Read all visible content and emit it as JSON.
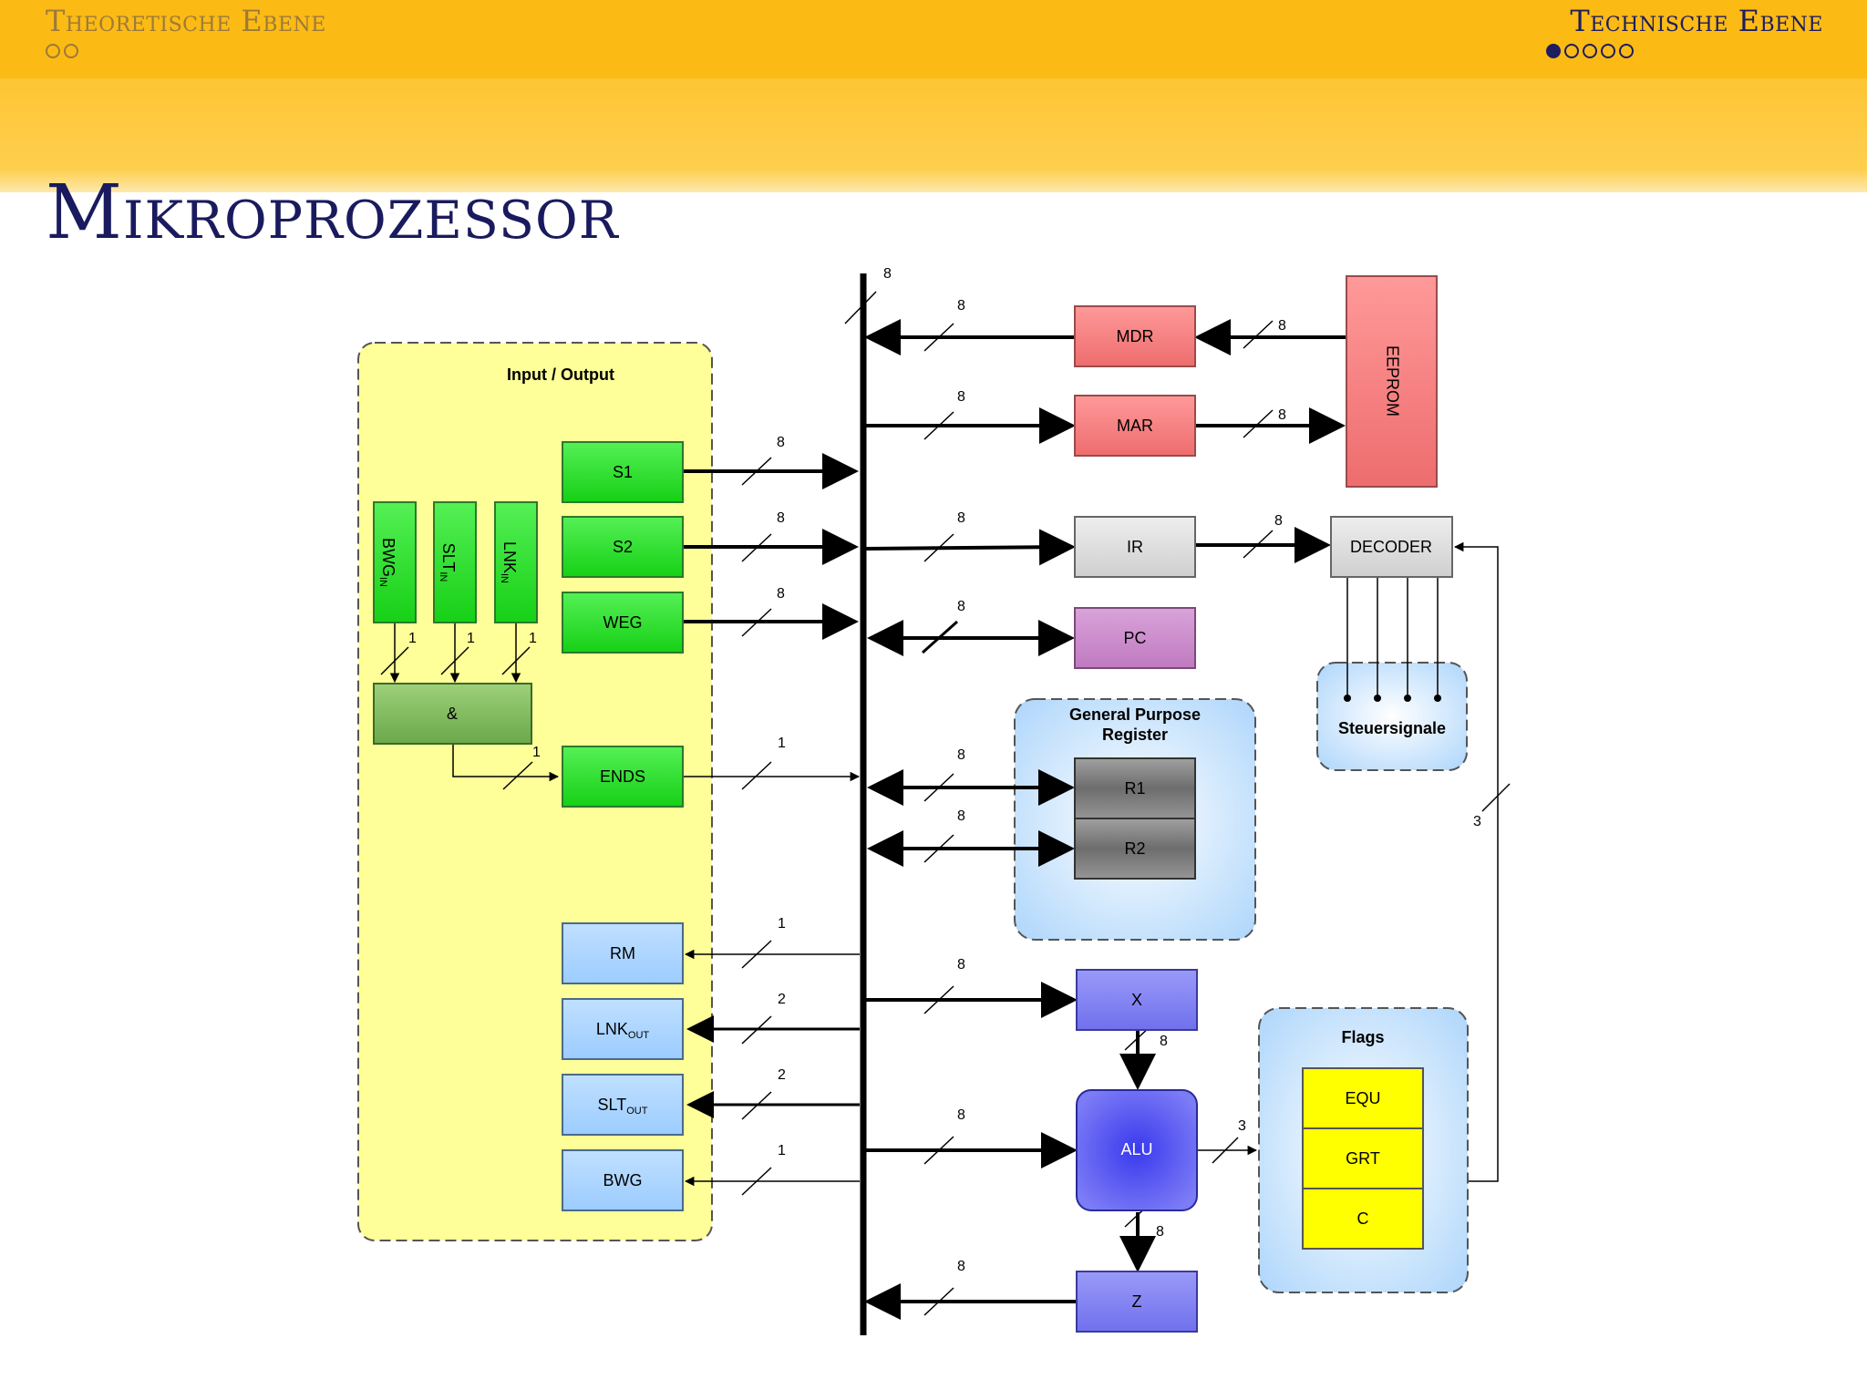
{
  "header": {
    "left_section": "Theoretische Ebene",
    "right_section": "Technische Ebene",
    "left_dots": 2,
    "right_dots": 5,
    "right_active_dot": 1
  },
  "title": "Mikroprozessor",
  "diagram": {
    "io_group_label": "Input / Output",
    "gpr_label_line1": "General Purpose",
    "gpr_label_line2": "Register",
    "flags_label": "Flags",
    "steuer_label": "Steuersignale",
    "blocks": {
      "s1": "S1",
      "s2": "S2",
      "weg": "WEG",
      "ends": "ENDS",
      "and": "&",
      "rm": "RM",
      "lnk_out": "LNK",
      "lnk_out_sub": "OUT",
      "slt_out": "SLT",
      "slt_out_sub": "OUT",
      "bwg": "BWG",
      "bwg_in": "BWG",
      "bwg_in_sub": "IN",
      "slt_in": "SLT",
      "slt_in_sub": "IN",
      "lnk_in": "LNK",
      "lnk_in_sub": "IN",
      "mdr": "MDR",
      "mar": "MAR",
      "eeprom": "EEPROM",
      "ir": "IR",
      "decoder": "DECODER",
      "pc": "PC",
      "r1": "R1",
      "r2": "R2",
      "x": "X",
      "alu": "ALU",
      "z": "Z",
      "equ": "EQU",
      "grt": "GRT",
      "c": "C"
    },
    "widths": {
      "bus": "8",
      "mdr": "8",
      "eeprom_mdr": "8",
      "mar": "8",
      "mar_eeprom": "8",
      "s1": "8",
      "s2": "8",
      "weg": "8",
      "ir": "8",
      "ir_decoder": "8",
      "pc": "8",
      "ends": "1",
      "and_ends": "1",
      "bwg_in": "1",
      "slt_in": "1",
      "lnk_in": "1",
      "r1": "8",
      "r2": "8",
      "rm": "1",
      "lnk_out": "2",
      "slt_out": "2",
      "bwg": "1",
      "x": "8",
      "x_alu": "8",
      "alu": "8",
      "alu_flags": "3",
      "alu_z": "8",
      "z": "8",
      "flags_decoder": "3"
    },
    "colors": {
      "io_bg": "#ffff99",
      "green": "#22dd22",
      "blue_box": "#a8d2ff",
      "red": "#f47f80",
      "gray": "#d9d9d9",
      "purple": "#cc88cc",
      "dark_gray": "#7a7a7a",
      "alu_blue": "#4d4df0",
      "x_blue": "#8080f5",
      "flag_yellow": "#ffff00",
      "group_blue": "#b9dcfb"
    }
  }
}
